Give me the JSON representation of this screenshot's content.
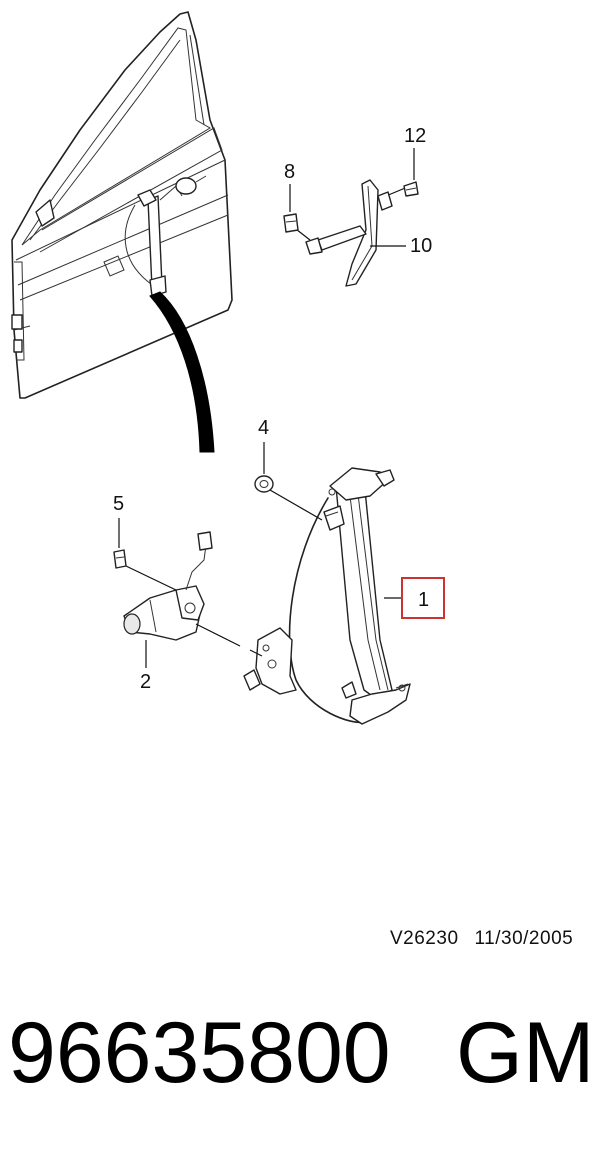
{
  "callouts": {
    "c1": "1",
    "c2": "2",
    "c4": "4",
    "c5": "5",
    "c8": "8",
    "c10": "10",
    "c12": "12"
  },
  "highlight_color": "#cc3333",
  "footer": {
    "ref_code": "V26230",
    "date": "11/30/2005",
    "part_number": "96635800",
    "brand": "GM"
  }
}
